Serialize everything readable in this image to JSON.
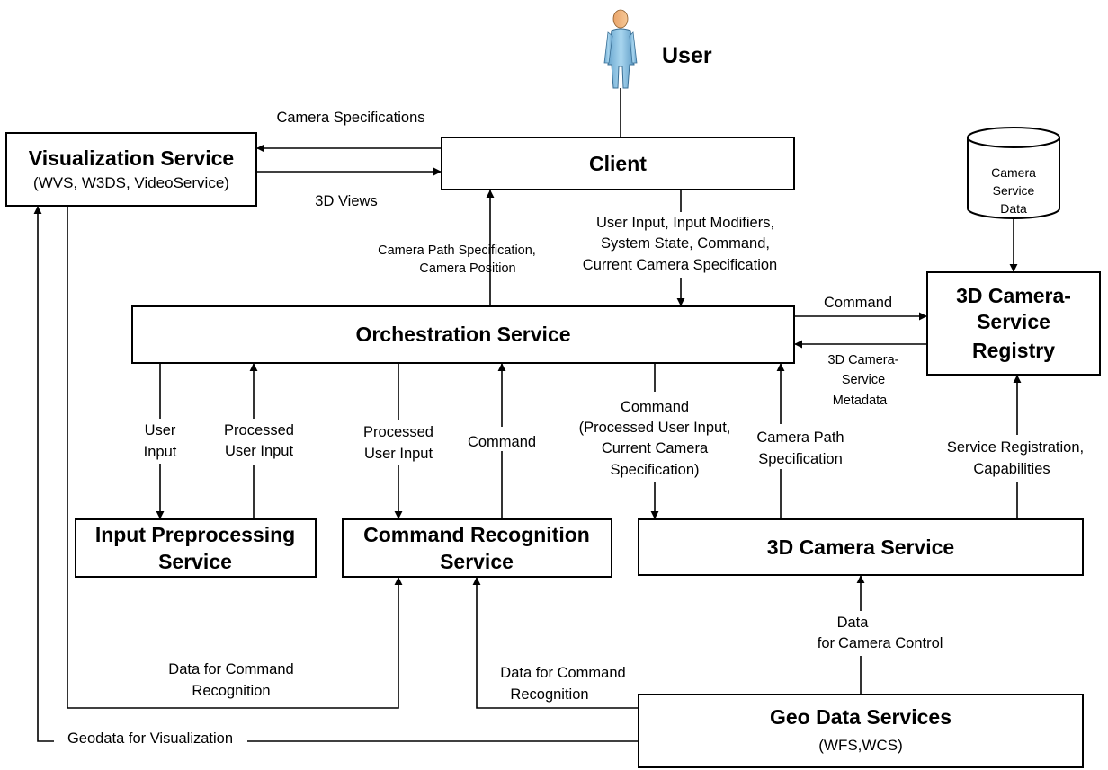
{
  "user": {
    "label": "User"
  },
  "boxes": {
    "client": {
      "title": "Client"
    },
    "visualization": {
      "title": "Visualization Service",
      "subtitle": "(WVS, W3DS, VideoService)"
    },
    "orchestration": {
      "title": "Orchestration Service"
    },
    "registry": {
      "title_lines": [
        "3D Camera-",
        "Service",
        "Registry"
      ]
    },
    "input_preprocessing": {
      "title_lines": [
        "Input Preprocessing",
        "Service"
      ]
    },
    "command_recognition": {
      "title_lines": [
        "Command Recognition",
        "Service"
      ]
    },
    "camera_service": {
      "title": "3D Camera Service"
    },
    "geo_data": {
      "title": "Geo Data Services",
      "subtitle": "(WFS,WCS)"
    }
  },
  "database": {
    "label_lines": [
      "Camera",
      "Service",
      "Data"
    ]
  },
  "edges": {
    "camera_specifications": "Camera Specifications",
    "views_3d": "3D Views",
    "camera_path_spec_position": [
      "Camera Path Specification,",
      "Camera Position"
    ],
    "user_input_block": [
      "User Input, Input Modifiers,",
      "System State, Command,",
      "Current Camera Specification"
    ],
    "command_to_registry": "Command",
    "registry_metadata": [
      "3D Camera-",
      "Service",
      "Metadata"
    ],
    "user_input": [
      "User",
      "Input"
    ],
    "processed_user_input_up": [
      "Processed",
      "User Input"
    ],
    "processed_user_input_down": [
      "Processed",
      "User Input"
    ],
    "command_up": "Command",
    "command_to_camera": [
      "Command",
      "(Processed User Input,",
      "Current Camera",
      "Specification)"
    ],
    "camera_path_spec": [
      "Camera Path",
      "Specification"
    ],
    "service_registration": [
      "Service Registration,",
      "Capabilities"
    ],
    "data_for_camera_control": [
      "Data",
      "for",
      "Camera Control"
    ],
    "data_for_command_recognition_left": [
      "Data for Command",
      "Recognition"
    ],
    "data_for_command_recognition_right": [
      "Data for Command",
      "Recognition"
    ],
    "geodata_for_visualization": "Geodata for Visualization"
  }
}
